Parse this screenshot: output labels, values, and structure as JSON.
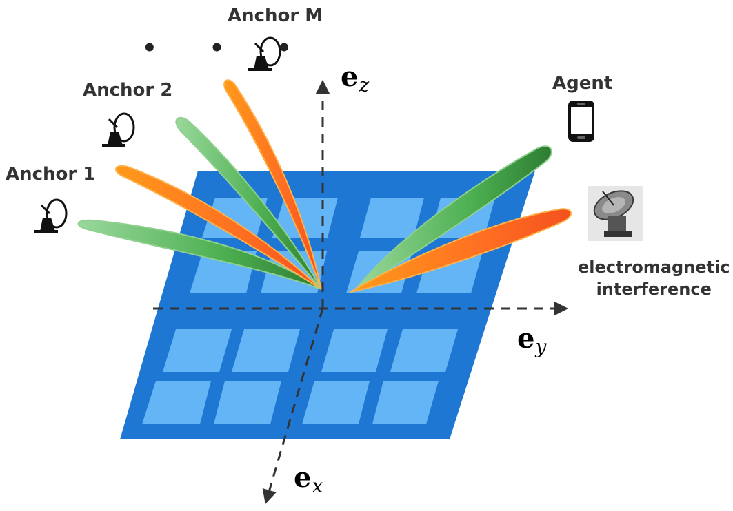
{
  "labels": {
    "anchor_1": "Anchor 1",
    "anchor_2": "Anchor 2",
    "anchor_m": "Anchor M",
    "agent": "Agent",
    "interference_line1": "electromagnetic",
    "interference_line2": "interference",
    "dots": "• • •"
  },
  "axes": {
    "z": {
      "main": "e",
      "sub": "z"
    },
    "y": {
      "main": "e",
      "sub": "y"
    },
    "x": {
      "main": "e",
      "sub": "x"
    }
  },
  "colors": {
    "ris_panel": "#1f77d4",
    "ris_element": "#64b5f6",
    "beam_green": "#4caf50",
    "beam_orange": "#ff7a1a",
    "axis": "#333333",
    "label_text": "#333333"
  },
  "icons": {
    "anchor": "antenna-dish-icon",
    "agent": "smartphone-icon",
    "interference": "satellite-dish-icon"
  }
}
